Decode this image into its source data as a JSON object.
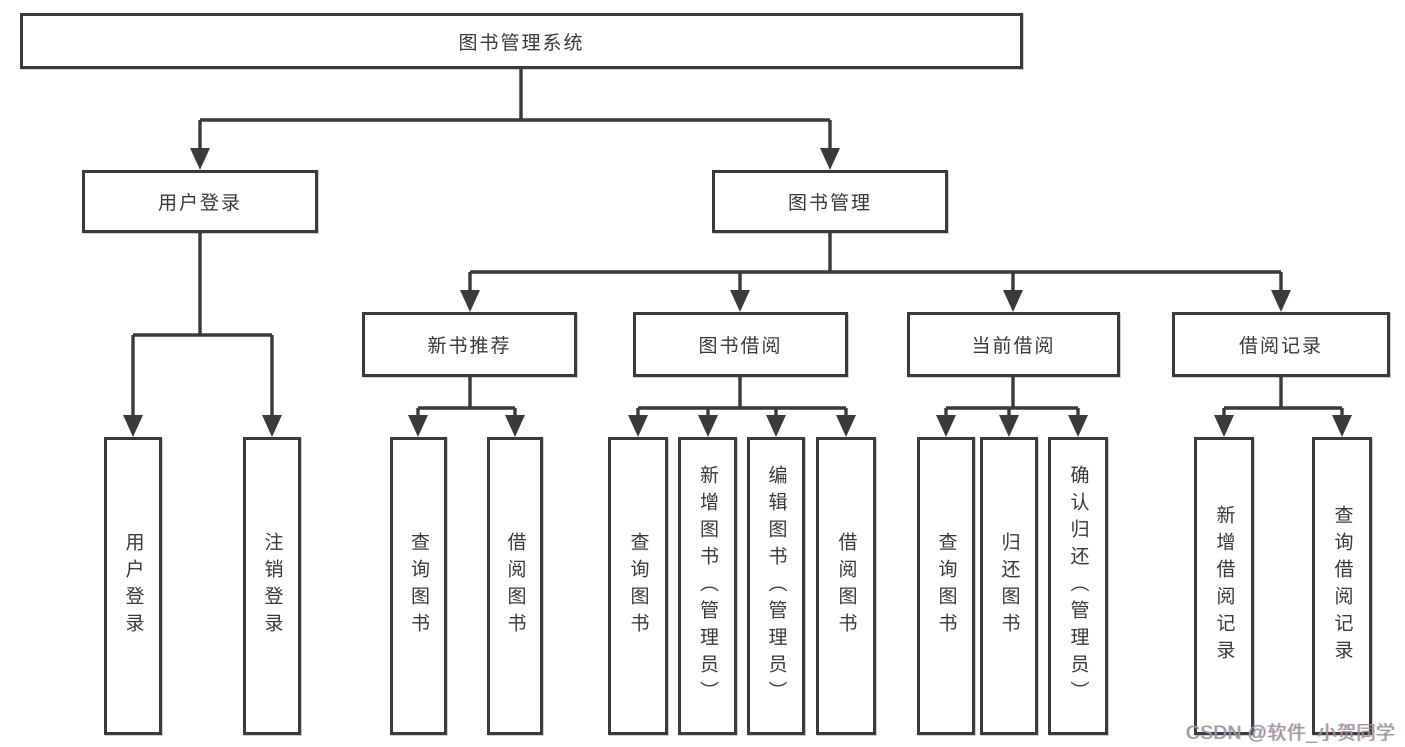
{
  "diagram": {
    "type": "tree",
    "title": "图书管理系统",
    "branches": [
      {
        "label": "用户登录",
        "leaves": [
          "用户登录",
          "注销登录"
        ]
      },
      {
        "label": "图书管理",
        "groups": [
          {
            "label": "新书推荐",
            "leaves": [
              "查询图书",
              "借阅图书"
            ]
          },
          {
            "label": "图书借阅",
            "leaves": [
              "查询图书",
              "新增图书（管理员）",
              "编辑图书（管理员）",
              "借阅图书"
            ]
          },
          {
            "label": "当前借阅",
            "leaves": [
              "查询图书",
              "归还图书",
              "确认归还（管理员）"
            ]
          },
          {
            "label": "借阅记录",
            "leaves": [
              "新增借阅记录",
              "查询借阅记录"
            ]
          }
        ]
      }
    ]
  },
  "watermark": {
    "text": "CSDN @软件_小贺同学"
  },
  "colors": {
    "line": "#3a3a3c",
    "text": "#38383a",
    "background": "#ffffff",
    "watermark": "#98989a"
  }
}
